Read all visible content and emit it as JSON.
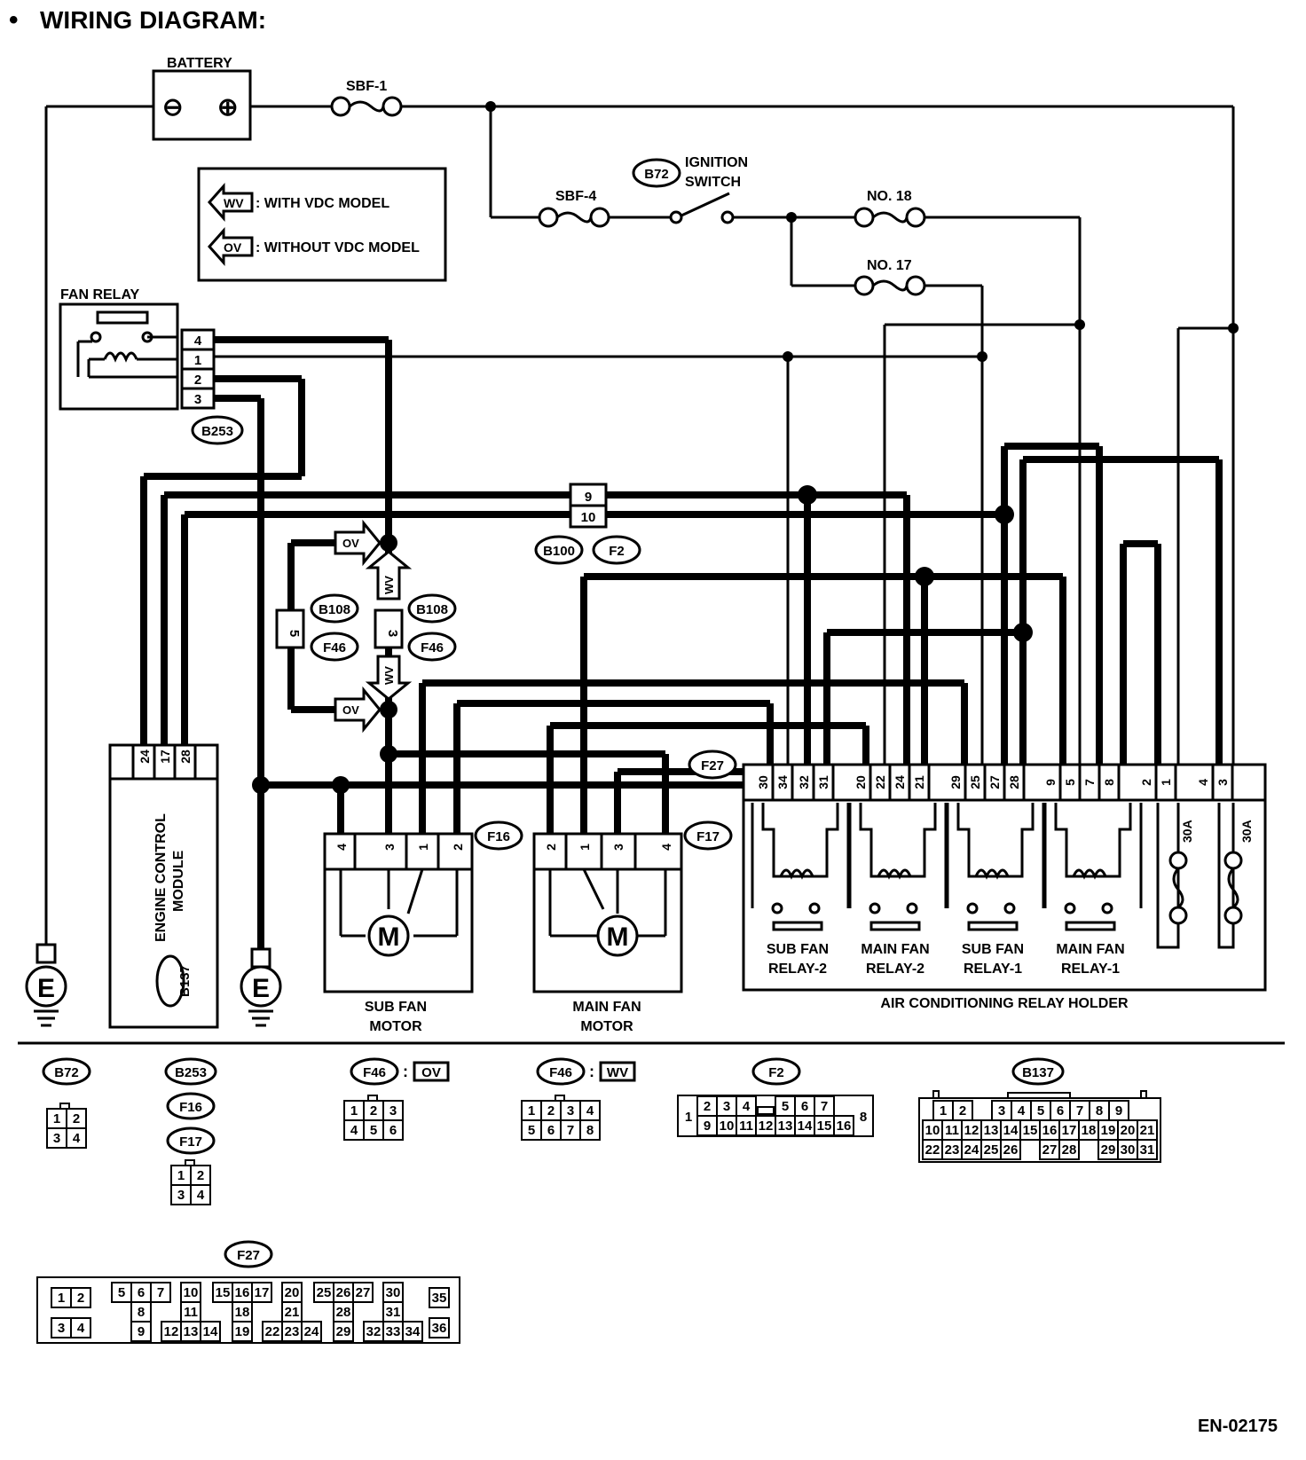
{
  "header": {
    "bullet": "•",
    "title": "WIRING DIAGRAM:"
  },
  "battery": {
    "label": "BATTERY",
    "neg": "⊖",
    "pos": "⊕"
  },
  "fuses": {
    "sbf1": "SBF-1",
    "sbf4": "SBF-4",
    "no18": "NO. 18",
    "no17": "NO. 17"
  },
  "ignition": {
    "connector": "B72",
    "label1": "IGNITION",
    "label2": "SWITCH"
  },
  "legend": {
    "wv_tag": "WV",
    "wv_text": ": WITH VDC MODEL",
    "ov_tag": "OV",
    "ov_text": ": WITHOUT VDC MODEL"
  },
  "fan_relay": {
    "label": "FAN RELAY",
    "connector": "B253",
    "pins": [
      "4",
      "1",
      "2",
      "3"
    ]
  },
  "connectors": {
    "b100": "B100",
    "f2": "F2",
    "b100_pins": [
      "9",
      "10"
    ],
    "b108a": "B108",
    "f46a": "F46",
    "pin5": "5",
    "b108b": "B108",
    "f46b": "F46",
    "pin3": "3",
    "ov": "OV",
    "wv": "WV",
    "f27": "F27",
    "f16": "F16",
    "f17": "F17"
  },
  "ecm": {
    "label1": "ENGINE CONTROL",
    "label2": "MODULE",
    "connector": "B137",
    "pins": [
      "24",
      "17",
      "28"
    ]
  },
  "ground": {
    "symbol": "E"
  },
  "sub_fan_motor": {
    "label1": "SUB FAN",
    "label2": "MOTOR",
    "pins": [
      "4",
      "3",
      "1",
      "2"
    ],
    "symbol": "M"
  },
  "main_fan_motor": {
    "label1": "MAIN FAN",
    "label2": "MOTOR",
    "pins": [
      "2",
      "1",
      "3",
      "4"
    ],
    "symbol": "M"
  },
  "relay_holder": {
    "label": "AIR CONDITIONING RELAY HOLDER",
    "pins": [
      "30",
      "34",
      "32",
      "31",
      "20",
      "22",
      "24",
      "21",
      "29",
      "25",
      "27",
      "28",
      "9",
      "5",
      "7",
      "8",
      "2",
      "1",
      "4",
      "3"
    ],
    "relays": [
      {
        "line1": "SUB FAN",
        "line2": "RELAY-2"
      },
      {
        "line1": "MAIN FAN",
        "line2": "RELAY-2"
      },
      {
        "line1": "SUB FAN",
        "line2": "RELAY-1"
      },
      {
        "line1": "MAIN FAN",
        "line2": "RELAY-1"
      }
    ],
    "fuse_rating": "30A"
  },
  "faces": {
    "b72": {
      "name": "B72",
      "rows": [
        [
          "1",
          "2"
        ],
        [
          "3",
          "4"
        ]
      ]
    },
    "b253": {
      "names": [
        "B253",
        "F16",
        "F17"
      ],
      "rows": [
        [
          "1",
          "2"
        ],
        [
          "3",
          "4"
        ]
      ]
    },
    "f46ov": {
      "name": "F46",
      "tag": "OV",
      "sep": ":",
      "rows": [
        [
          "1",
          "2",
          "3"
        ],
        [
          "4",
          "5",
          "6"
        ]
      ]
    },
    "f46wv": {
      "name": "F46",
      "tag": "WV",
      "sep": ":",
      "rows": [
        [
          "1",
          "2",
          "3",
          "4"
        ],
        [
          "5",
          "6",
          "7",
          "8"
        ]
      ]
    },
    "f2": {
      "name": "F2",
      "left": "1",
      "right": "8",
      "rows": [
        [
          "2",
          "3",
          "4",
          "",
          "5",
          "6",
          "7"
        ],
        [
          "9",
          "10",
          "11",
          "12",
          "13",
          "14",
          "15",
          "16"
        ]
      ]
    },
    "b137": {
      "name": "B137",
      "rows": [
        [
          "1",
          "2",
          "",
          "3",
          "4",
          "5",
          "6",
          "7",
          "8",
          "9"
        ],
        [
          "10",
          "11",
          "12",
          "13",
          "14",
          "15",
          "16",
          "17",
          "18",
          "19",
          "20",
          "21"
        ],
        [
          "22",
          "23",
          "24",
          "25",
          "26",
          "",
          "27",
          "28",
          "",
          "29",
          "30",
          "31"
        ]
      ]
    },
    "f27": {
      "name": "F27",
      "cells": [
        "1",
        "2",
        "3",
        "4",
        "5",
        "6",
        "7",
        "8",
        "9",
        "10",
        "11",
        "12",
        "13",
        "14",
        "15",
        "16",
        "17",
        "18",
        "19",
        "20",
        "21",
        "22",
        "23",
        "24",
        "25",
        "26",
        "27",
        "28",
        "29",
        "30",
        "31",
        "32",
        "33",
        "34",
        "35",
        "36"
      ]
    }
  },
  "footer": {
    "code": "EN-02175"
  }
}
